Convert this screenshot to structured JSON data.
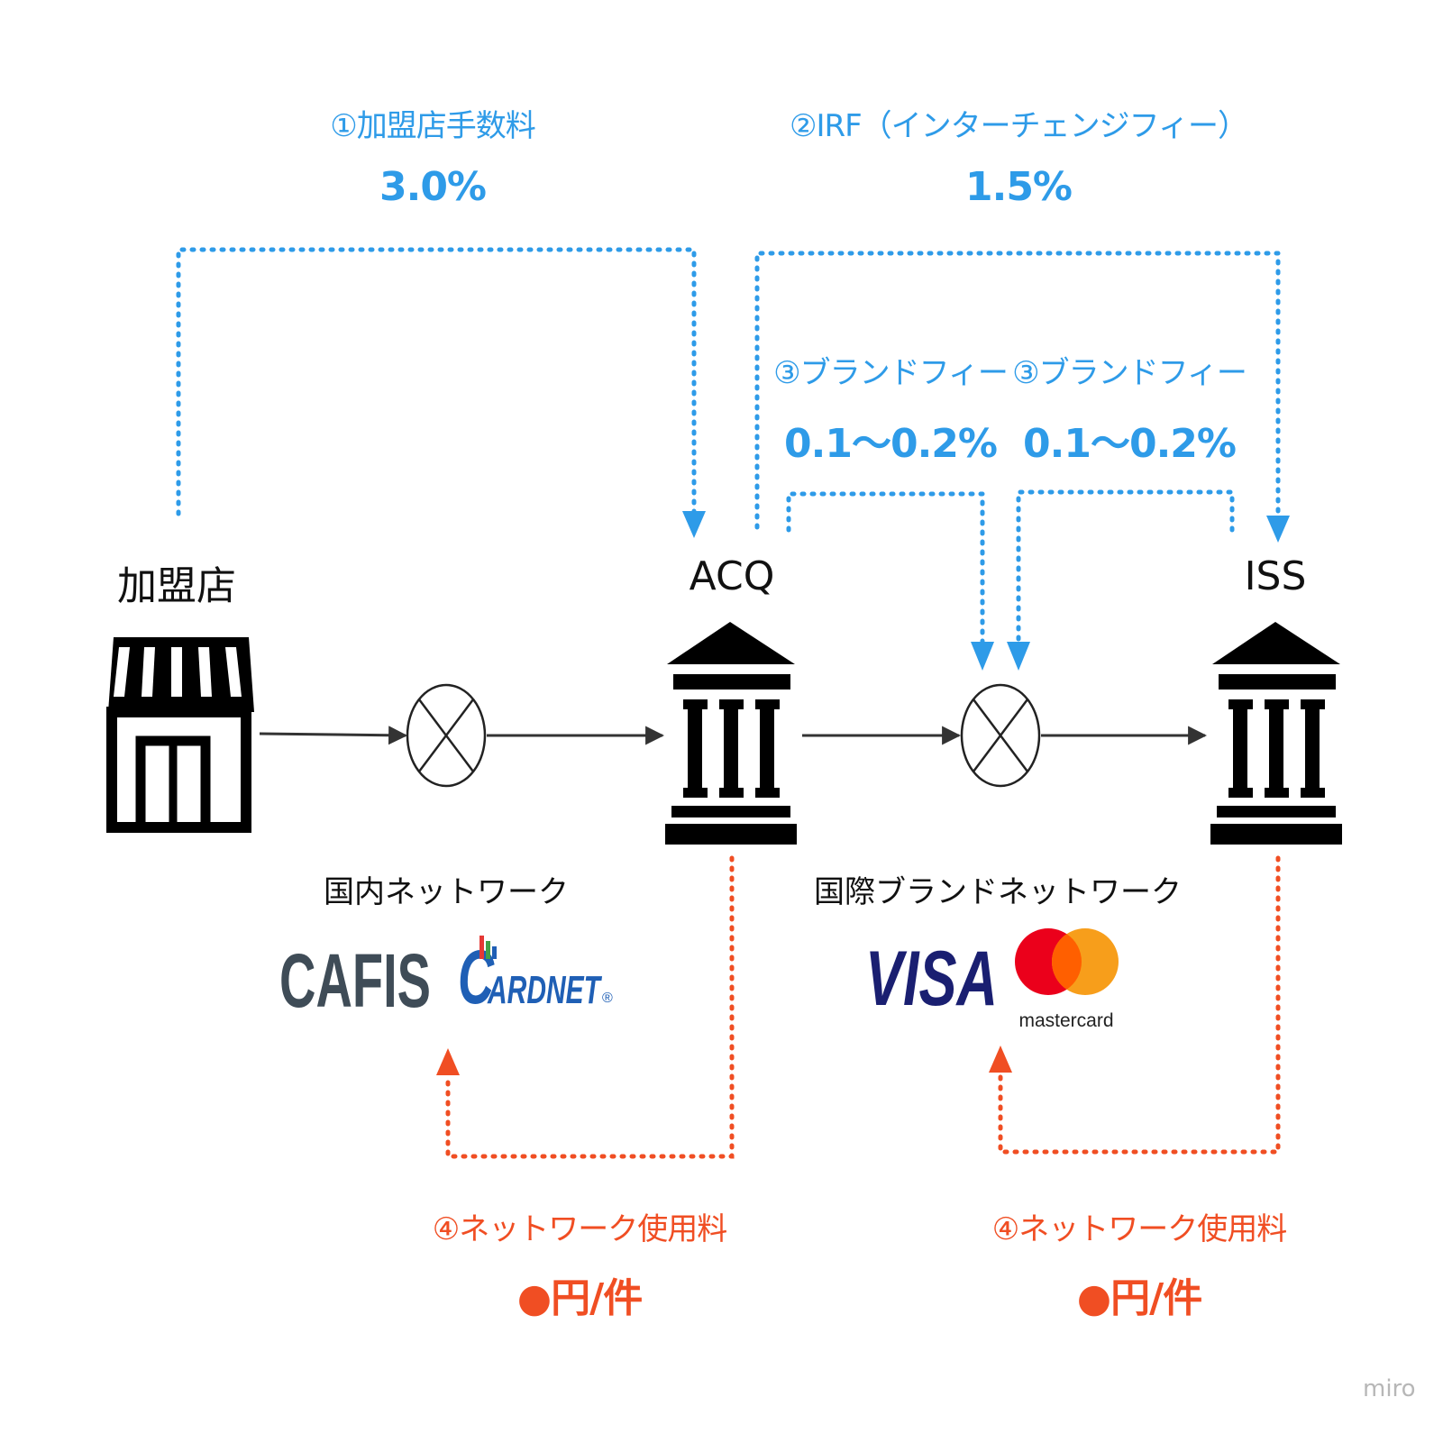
{
  "fees": {
    "merchant_fee": {
      "label": "①加盟店手数料",
      "value": "3.0%"
    },
    "irf": {
      "label": "②IRF（インターチェンジフィー）",
      "value": "1.5%"
    },
    "brand_fee_left": {
      "label": "③ブランドフィー",
      "value": "0.1〜0.2%"
    },
    "brand_fee_right": {
      "label": "③ブランドフィー",
      "value": "0.1〜0.2%"
    },
    "network_fee_left": {
      "label": "④ネットワーク使用料",
      "value": "●円/件"
    },
    "network_fee_right": {
      "label": "④ネットワーク使用料",
      "value": "●円/件"
    }
  },
  "nodes": {
    "merchant": "加盟店",
    "acquirer": "ACQ",
    "issuer": "ISS"
  },
  "networks": {
    "domestic": {
      "label": "国内ネットワーク",
      "logos": [
        "CAFIS",
        "CARDNET"
      ]
    },
    "international": {
      "label": "国際ブランドネットワーク",
      "logos": [
        "VISA",
        "mastercard"
      ]
    }
  },
  "logo_text": {
    "cafis": "CAFIS",
    "cardnet": "ARDNET",
    "registered": "®",
    "visa": "VISA",
    "mastercard": "mastercard"
  },
  "watermark": "miro",
  "colors": {
    "fee_blue": "#2e9be8",
    "fee_red": "#f04e23",
    "line": "#333333",
    "cafis": "#3f4c57",
    "cardnet": "#1f5fb5",
    "visa": "#1a1f71",
    "mc_red": "#eb001b",
    "mc_orange": "#f79e1b",
    "mc_overlap": "#ff5f00"
  }
}
